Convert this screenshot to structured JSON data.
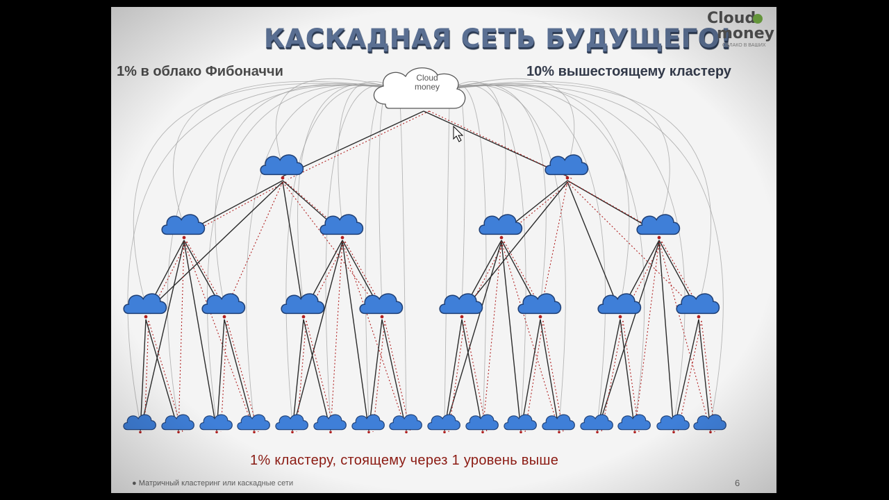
{
  "slide": {
    "title": "КАСКАДНАЯ СЕТЬ БУДУЩЕГО!",
    "logo": {
      "line1": "Cloud",
      "line2": "money",
      "slogan": "ОБЛАКО В ВАШИХ"
    },
    "label_left": "1% в облако Фибоначчи",
    "label_right": "10% вышестоящему кластеру",
    "label_bottom": "1% кластеру, стоящему через 1 уровень выше",
    "center_cloud": {
      "line1": "Cloud",
      "line2": "money"
    },
    "footer": "● Матричный кластеринг или каскадные сети",
    "page_number": "6"
  },
  "colors": {
    "title": "#5a6f92",
    "node_cloud": "#3f7fd8",
    "node_outline": "#1f3f74",
    "link_solid": "#2a2a2a",
    "link_dotted": "#b02020",
    "arc": "#9a9a9a",
    "logo_accent": "#7ab648"
  },
  "tree": {
    "levels": 4,
    "nodes_per_level": [
      2,
      4,
      8,
      16
    ],
    "root": "center-cloud"
  }
}
